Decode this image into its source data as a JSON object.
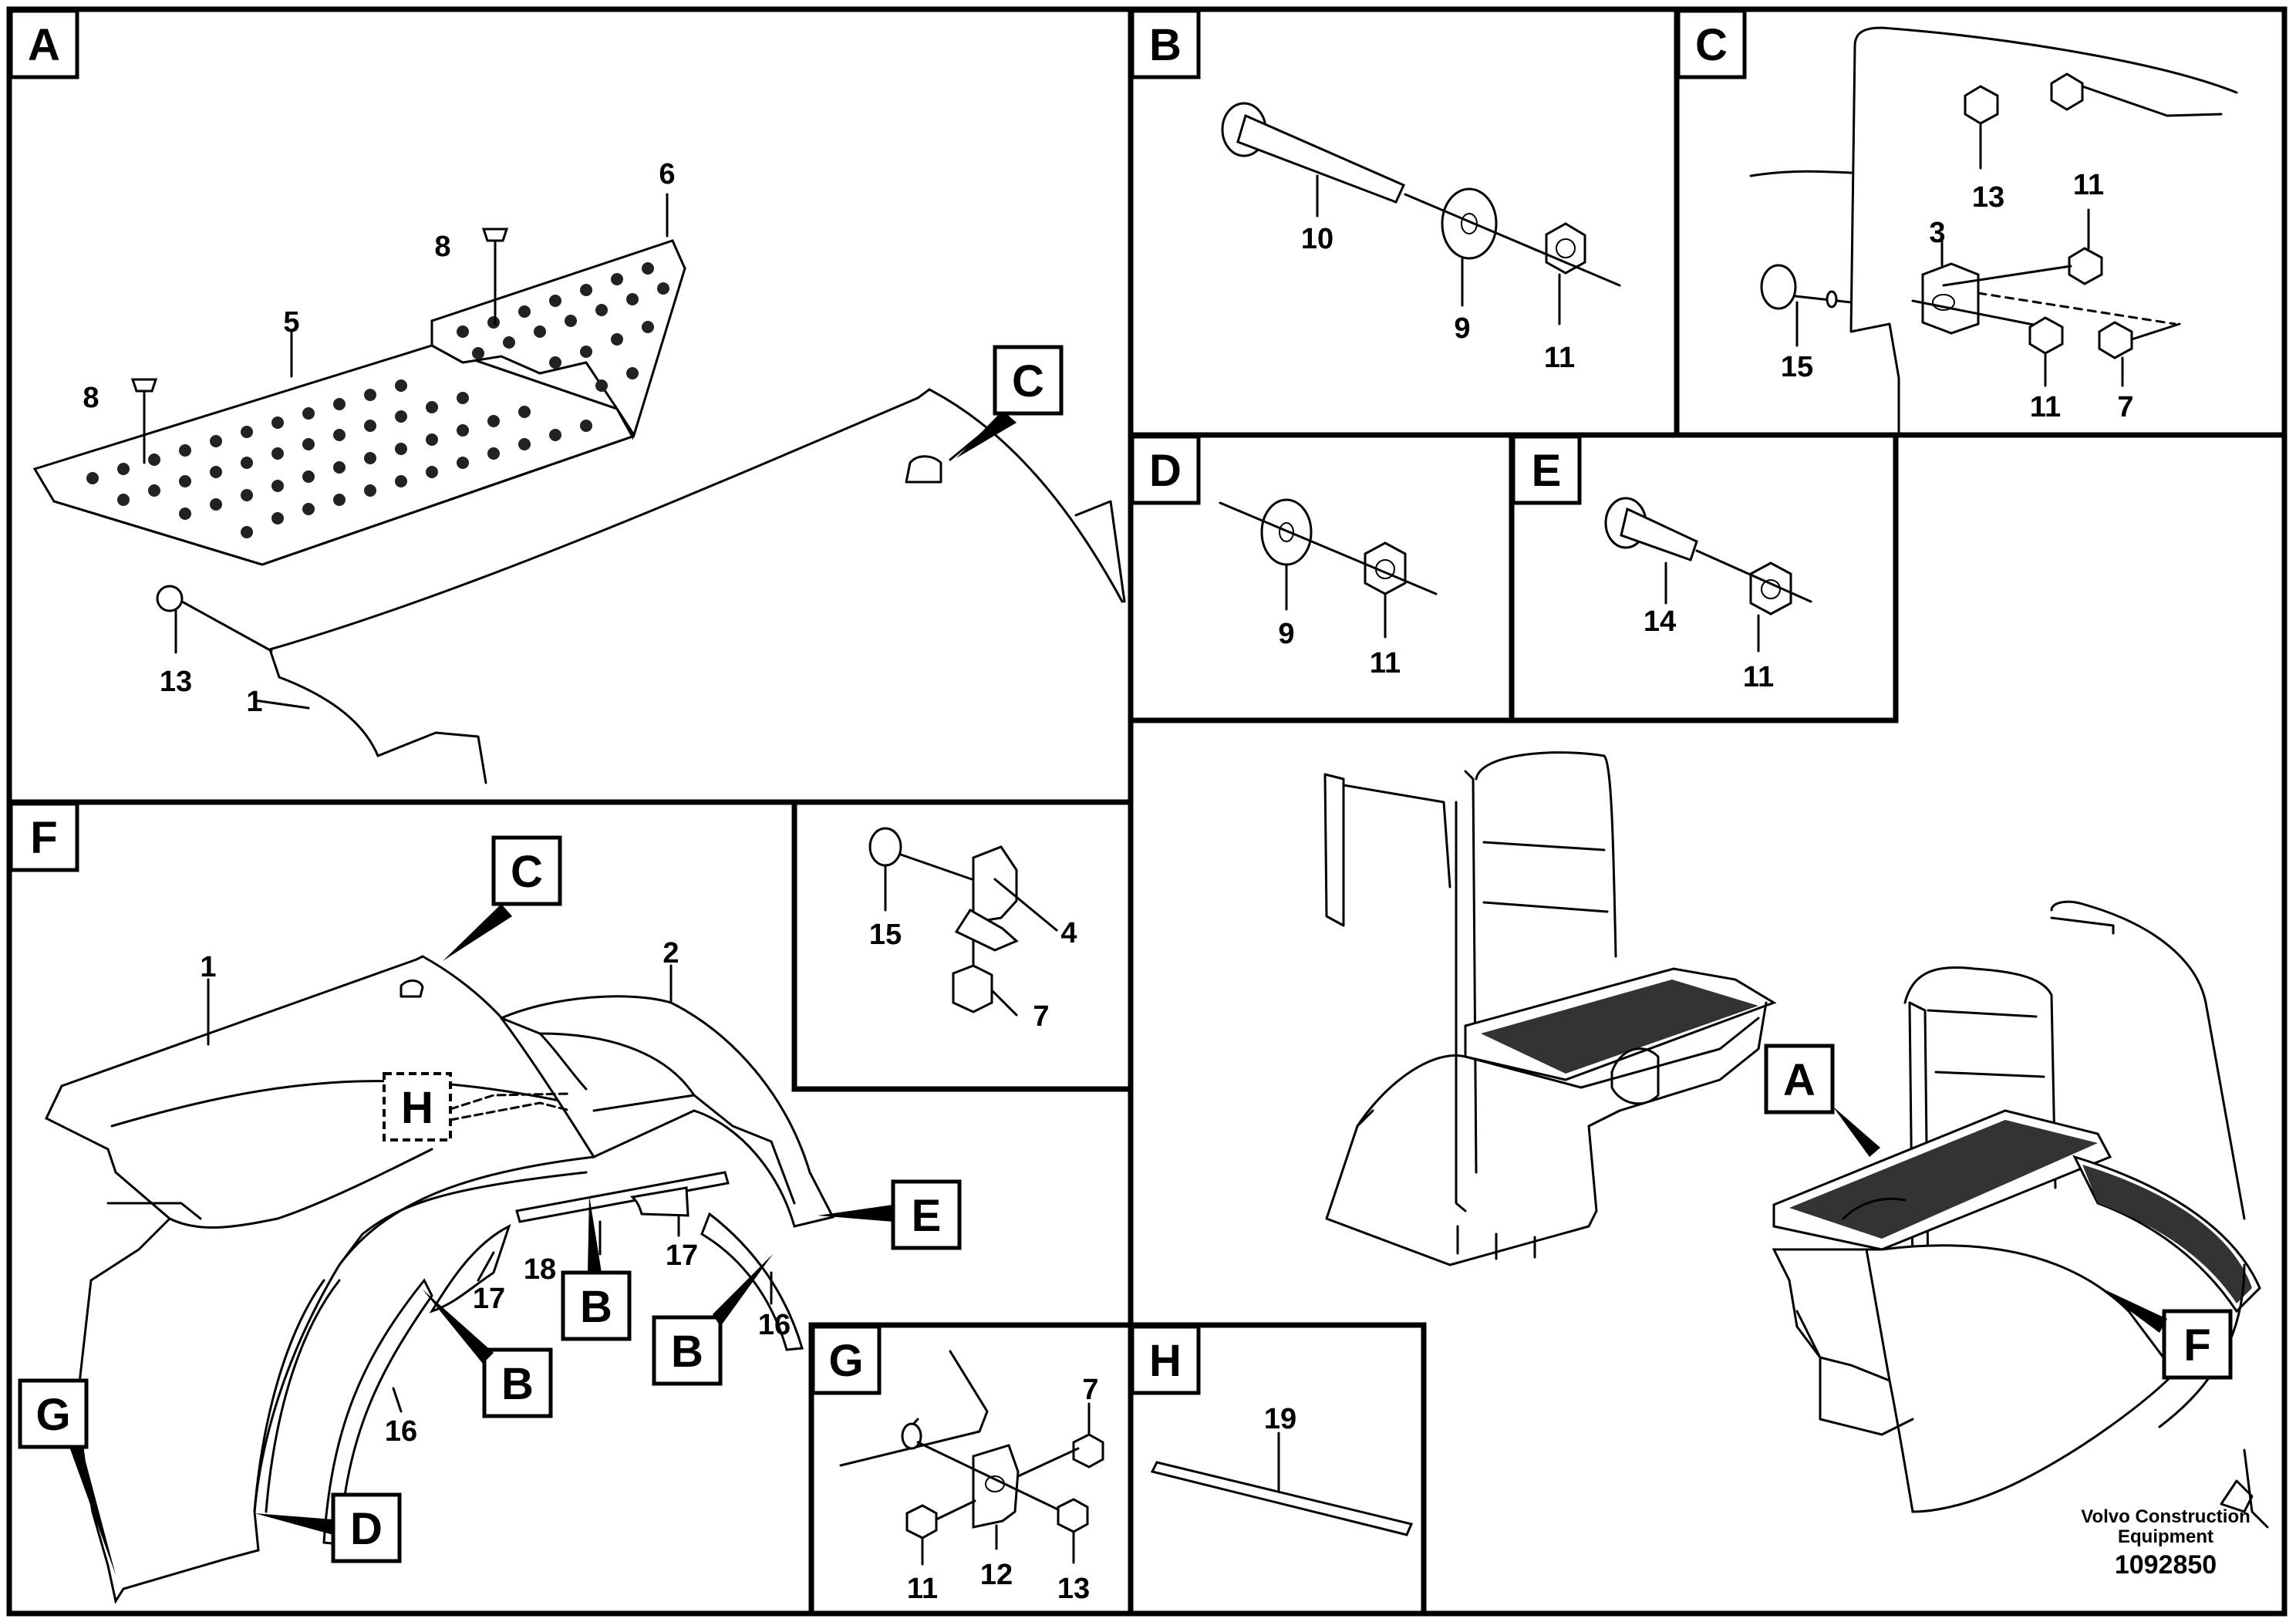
{
  "panels": {
    "A": {
      "letter": "A",
      "callouts": [
        "6",
        "8",
        "5",
        "8",
        "13",
        "1"
      ],
      "ref_letter": "C"
    },
    "B": {
      "letter": "B",
      "callouts": [
        "10",
        "9",
        "11"
      ]
    },
    "C": {
      "letter": "C",
      "callouts": [
        "13",
        "11",
        "3",
        "15",
        "11",
        "7"
      ]
    },
    "D": {
      "letter": "D",
      "callouts": [
        "9",
        "11"
      ]
    },
    "E": {
      "letter": "E",
      "callouts": [
        "14",
        "11"
      ]
    },
    "F": {
      "letter": "F",
      "callouts": [
        "1",
        "2",
        "18",
        "17",
        "17",
        "16",
        "16"
      ],
      "ref_letters": [
        "C",
        "H",
        "E",
        "B",
        "B",
        "B",
        "G",
        "D"
      ]
    },
    "detail4": {
      "callouts": [
        "15",
        "4",
        "7"
      ]
    },
    "G": {
      "letter": "G",
      "callouts": [
        "7",
        "11",
        "12",
        "13"
      ]
    },
    "H": {
      "letter": "H",
      "callouts": [
        "19"
      ]
    },
    "overview": {
      "ref_letters": [
        "A",
        "F"
      ]
    }
  },
  "footer": {
    "company_line1": "Volvo Construction",
    "company_line2": "Equipment",
    "drawing_number": "1092850"
  }
}
